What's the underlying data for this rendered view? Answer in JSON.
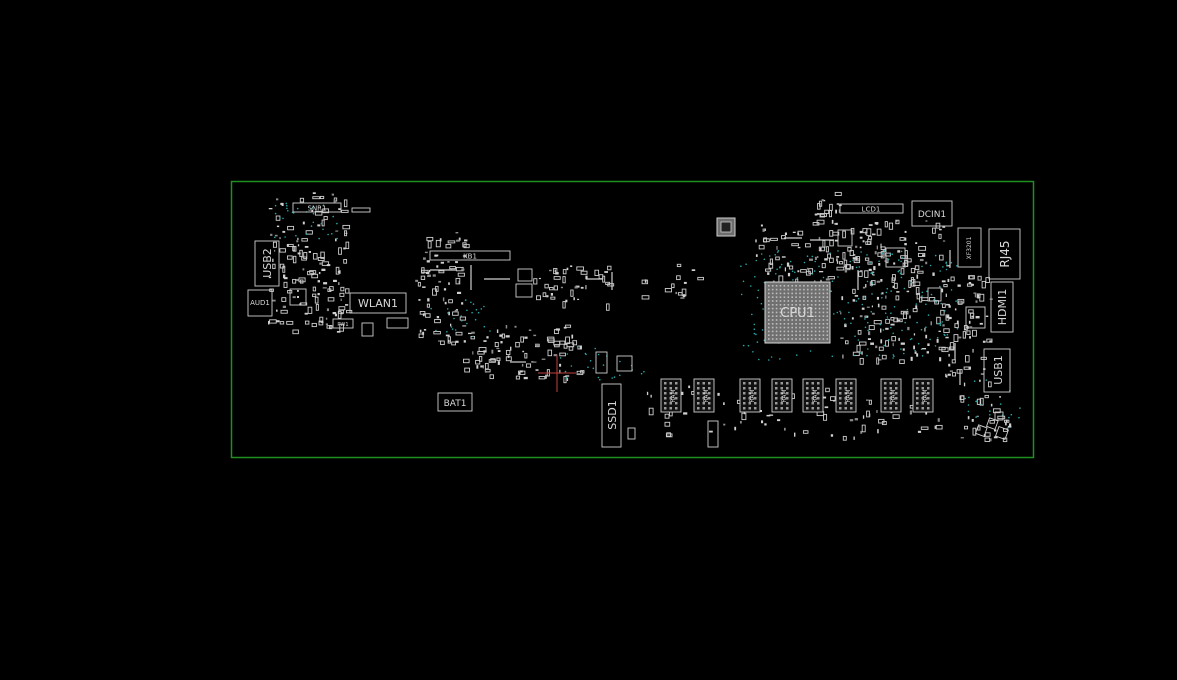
{
  "labels": {
    "snr": "SNR1",
    "usb2": "USB2",
    "aud": "AUD1",
    "wlan": "WLAN1",
    "pwr": "PW1",
    "kb": "KB1",
    "bat": "BAT1",
    "ssd": "SSD1",
    "cpu": "CPU1",
    "lcd": "LCD1",
    "dcin": "DCIN1",
    "xf": "XF3201",
    "rj45": "RJ45",
    "hdmi": "HDMI1",
    "usb1": "USB1",
    "ram": [
      "RAM",
      "RAM",
      "RAM",
      "RAM",
      "RAM",
      "RAM",
      "RAM",
      "RAM"
    ]
  },
  "colors": {
    "background": "#000000",
    "board_outline": "#1f8f1f",
    "component": "#cfcfcf",
    "via": "#2aa6a6",
    "cursor": "#c04040"
  }
}
